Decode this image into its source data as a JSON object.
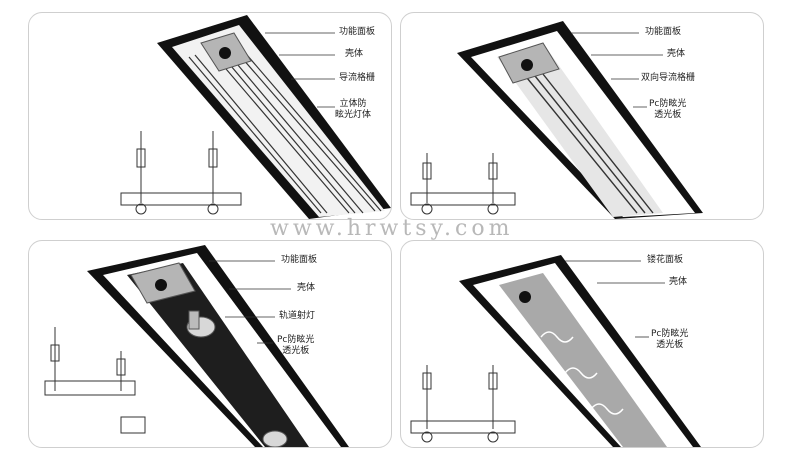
{
  "watermark": "www.hrwtsy.com",
  "panels": [
    {
      "labels": [
        "功能面板",
        "壳体",
        "导流格栅",
        "立体防\n眩光灯体"
      ]
    },
    {
      "labels": [
        "功能面板",
        "壳体",
        "双向导流格栅",
        "Pc防眩光\n透光板"
      ]
    },
    {
      "labels": [
        "功能面板",
        "壳体",
        "轨道射灯",
        "Pc防眩光\n透光板"
      ]
    },
    {
      "labels": [
        "镂花面板",
        "壳体",
        "Pc防眩光\n透光板"
      ]
    }
  ]
}
